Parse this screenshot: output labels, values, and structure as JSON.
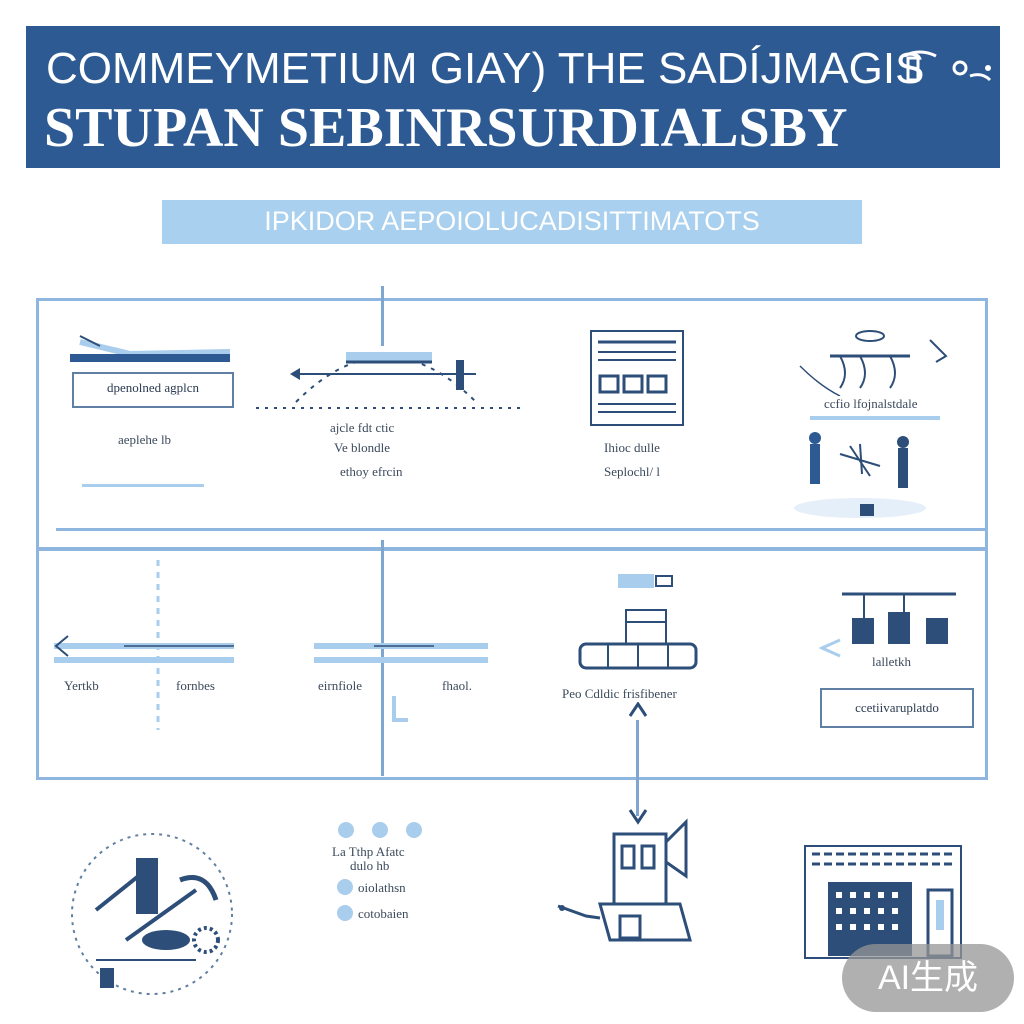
{
  "header": {
    "title_line1": "COMMEYMETIUM GIAY) THE SADÍJMAGIS",
    "title_line2": "STUPAN SEBINRSURDIALSBY",
    "subtitle": "IPKIDOR AEPOIOLUCADISITTIMATOTS"
  },
  "top_row": {
    "panel1": {
      "box_label": "dpenolned agplcn",
      "caption": "aeplehe lb"
    },
    "panel2": {
      "caption_lines": [
        "ajcle fdt ctic",
        "Ve blondle",
        "ethoy efrcin"
      ]
    },
    "panel3": {
      "caption_lines": [
        "Ihioc dulle",
        "Seplochl/ l"
      ]
    },
    "panel4": {
      "caption": "ccfio lfojnalstdale"
    }
  },
  "middle_row": {
    "panel1": {
      "left_label": "Yertkb",
      "right_label": "fornbes"
    },
    "panel2": {
      "left_label": "eirnfiole",
      "right_label": "fhaol."
    },
    "panel3": {
      "label": "Peo Cdldic frisfibener"
    },
    "panel4": {
      "label": "lalletkh",
      "box_label": "ccetiivaruplatdo"
    }
  },
  "bottom_row": {
    "panel2": {
      "header_lines": [
        "La Tthp Afatc",
        "dulo hb"
      ],
      "items": [
        "oiolathsn",
        "cotobaien"
      ]
    }
  },
  "watermark": "AI生成",
  "colors": {
    "banner": "#2d5a92",
    "subbar": "#a9d0ee",
    "frame": "#8fb6de",
    "icon": "#2d4e78",
    "accent_light": "#a9cdec"
  }
}
